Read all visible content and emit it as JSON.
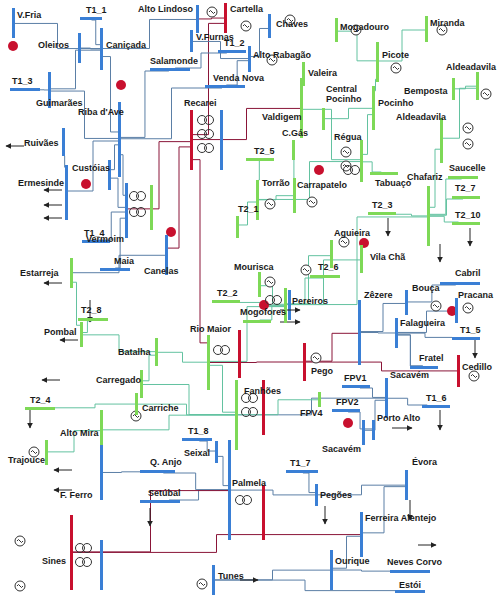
{
  "diagram": {
    "nodes": [
      {
        "text": [
          "V.Fria"
        ]
      },
      {
        "text": [
          "T1_1"
        ]
      },
      {
        "text": [
          "Alto Lindoso"
        ]
      },
      {
        "text": [
          "Cartella"
        ]
      },
      {
        "text": [
          "Chaves"
        ]
      },
      {
        "text": [
          "Oleiros"
        ]
      },
      {
        "text": [
          "Caniçada"
        ]
      },
      {
        "text": [
          "V.Furnas"
        ]
      },
      {
        "text": [
          "T1_2"
        ]
      },
      {
        "text": [
          "Alto Rabagão"
        ]
      },
      {
        "text": [
          "Mogadouro"
        ]
      },
      {
        "text": [
          "Miranda"
        ]
      },
      {
        "text": [
          "Salamonde"
        ]
      },
      {
        "text": [
          "Venda Nova"
        ]
      },
      {
        "text": [
          "Valeira"
        ]
      },
      {
        "text": [
          "Picote"
        ]
      },
      {
        "text": [
          "T1_3"
        ]
      },
      {
        "text": [
          "Guimarães"
        ]
      },
      {
        "text": [
          "Riba d'Ave"
        ]
      },
      {
        "text": [
          "Recarei"
        ]
      },
      {
        "text": [
          "Central Pocinho"
        ]
      },
      {
        "text": [
          "Valdigem"
        ]
      },
      {
        "text": [
          "Pocinho"
        ]
      },
      {
        "text": [
          "Bemposta"
        ]
      },
      {
        "text": [
          "Aldeadavila"
        ]
      },
      {
        "text": [
          "Aldeadavila"
        ]
      },
      {
        "text": [
          "Ruivães"
        ]
      },
      {
        "text": [
          "C.Gás"
        ]
      },
      {
        "text": [
          "Régua"
        ]
      },
      {
        "text": [
          "T2_5"
        ]
      },
      {
        "text": [
          "Custóias"
        ]
      },
      {
        "text": [
          "Ermesinde"
        ]
      },
      {
        "text": [
          "Torrão"
        ]
      },
      {
        "text": [
          "Carrapatelo"
        ]
      },
      {
        "text": [
          "Tabuaço"
        ]
      },
      {
        "text": [
          "Saucelle"
        ]
      },
      {
        "text": [
          "Chafariz"
        ]
      },
      {
        "text": [
          "T2_7"
        ]
      },
      {
        "text": [
          "T2_3"
        ]
      },
      {
        "text": [
          "T2_10"
        ]
      },
      {
        "text": [
          "T2_1"
        ]
      },
      {
        "text": [
          "T1_4"
        ]
      },
      {
        "text": [
          "Vermoim"
        ]
      },
      {
        "text": [
          "Aguieira"
        ]
      },
      {
        "text": [
          "Vila Chã"
        ]
      },
      {
        "text": [
          "Maia"
        ]
      },
      {
        "text": [
          "Canelas"
        ]
      },
      {
        "text": [
          "Estarreja"
        ]
      },
      {
        "text": [
          "Mourisca"
        ]
      },
      {
        "text": [
          "T2_6"
        ]
      },
      {
        "text": [
          "Cabril"
        ]
      },
      {
        "text": [
          "Bouça"
        ]
      },
      {
        "text": [
          "T2_2"
        ]
      },
      {
        "text": [
          "Pereiros"
        ]
      },
      {
        "text": [
          "Zêzere"
        ]
      },
      {
        "text": [
          "Pracana"
        ]
      },
      {
        "text": [
          "Mogofores"
        ]
      },
      {
        "text": [
          "T2_8"
        ]
      },
      {
        "text": [
          "Falagueira"
        ]
      },
      {
        "text": [
          "T1_5"
        ]
      },
      {
        "text": [
          "Rio Maior"
        ]
      },
      {
        "text": [
          "Pombal"
        ]
      },
      {
        "text": [
          "Batalha"
        ]
      },
      {
        "text": [
          "Fratel"
        ]
      },
      {
        "text": [
          "Pego"
        ]
      },
      {
        "text": [
          "Cedillo"
        ]
      },
      {
        "text": [
          "FPV1"
        ]
      },
      {
        "text": [
          "Sacavém"
        ]
      },
      {
        "text": [
          "Carregado"
        ]
      },
      {
        "text": [
          "T2_4"
        ]
      },
      {
        "text": [
          "T1_6"
        ]
      },
      {
        "text": [
          "Fanhões"
        ]
      },
      {
        "text": [
          "FPV2"
        ]
      },
      {
        "text": [
          "FPV4"
        ]
      },
      {
        "text": [
          "Carriche"
        ]
      },
      {
        "text": [
          "Porto Alto"
        ]
      },
      {
        "text": [
          "Alto Mira"
        ]
      },
      {
        "text": [
          "T1_8"
        ]
      },
      {
        "text": [
          "Sacavém"
        ]
      },
      {
        "text": [
          "Seixal"
        ]
      },
      {
        "text": [
          "Trajouce"
        ]
      },
      {
        "text": [
          "Q. Anjo"
        ]
      },
      {
        "text": [
          "T1_7"
        ]
      },
      {
        "text": [
          "Évora"
        ]
      },
      {
        "text": [
          "Palmela"
        ]
      },
      {
        "text": [
          "F. Ferro"
        ]
      },
      {
        "text": [
          "Setúbal"
        ]
      },
      {
        "text": [
          "Pegões"
        ]
      },
      {
        "text": [
          "Ferreira Alentejo"
        ]
      },
      {
        "text": [
          "Sines"
        ]
      },
      {
        "text": [
          "Ourique"
        ]
      },
      {
        "text": [
          "Neves Corvo"
        ]
      },
      {
        "text": [
          "Tunes"
        ]
      },
      {
        "text": [
          "Estói"
        ]
      }
    ],
    "edges": [
      {
        "from": 0,
        "to": 6,
        "arrow": "none"
      },
      {
        "from": 1,
        "to": 6,
        "arrow": "none"
      },
      {
        "from": 5,
        "to": 6,
        "arrow": "none"
      },
      {
        "from": 6,
        "to": 17,
        "arrow": "none"
      },
      {
        "from": 6,
        "to": 18,
        "arrow": "none"
      },
      {
        "from": 2,
        "to": 3,
        "arrow": "none"
      },
      {
        "from": 3,
        "to": 19,
        "arrow": "none"
      },
      {
        "from": 2,
        "to": 6,
        "arrow": "none"
      },
      {
        "from": 4,
        "to": 9,
        "arrow": "none"
      },
      {
        "from": 7,
        "to": 9,
        "arrow": "none"
      },
      {
        "from": 8,
        "to": 12,
        "arrow": "none"
      },
      {
        "from": 12,
        "to": 18,
        "arrow": "none"
      },
      {
        "from": 13,
        "to": 9,
        "arrow": "none"
      },
      {
        "from": 13,
        "to": 18,
        "arrow": "none"
      },
      {
        "from": 16,
        "to": 17,
        "arrow": "none"
      },
      {
        "from": 17,
        "to": 18,
        "arrow": "none"
      },
      {
        "from": 14,
        "to": 21,
        "arrow": "none"
      },
      {
        "from": 15,
        "to": 22,
        "arrow": "none"
      },
      {
        "from": 10,
        "to": 15,
        "arrow": "none"
      },
      {
        "from": 11,
        "to": 15,
        "arrow": "none"
      },
      {
        "from": 23,
        "to": 24,
        "arrow": "none"
      },
      {
        "from": 22,
        "to": 20,
        "arrow": "none"
      },
      {
        "from": 22,
        "to": 28,
        "arrow": "none"
      },
      {
        "from": 21,
        "to": 28,
        "arrow": "none"
      },
      {
        "from": 21,
        "to": 19,
        "arrow": "none"
      },
      {
        "from": 18,
        "to": 30,
        "arrow": "none"
      },
      {
        "from": 18,
        "to": 42,
        "arrow": "none"
      },
      {
        "from": 18,
        "to": 31,
        "arrow": "none"
      },
      {
        "from": 26,
        "to": 31,
        "arrow": "none"
      },
      {
        "from": 30,
        "to": 42,
        "arrow": "none"
      },
      {
        "from": 19,
        "to": 42,
        "arrow": "none"
      },
      {
        "from": 19,
        "to": 46,
        "arrow": "none"
      },
      {
        "from": 19,
        "to": 60,
        "arrow": "none"
      },
      {
        "from": 27,
        "to": 33,
        "arrow": "none"
      },
      {
        "from": 28,
        "to": 34,
        "arrow": "none"
      },
      {
        "from": 28,
        "to": 32,
        "arrow": "none"
      },
      {
        "from": 33,
        "to": 32,
        "arrow": "none"
      },
      {
        "from": 25,
        "to": 36,
        "arrow": "none"
      },
      {
        "from": 35,
        "to": 36,
        "arrow": "none"
      },
      {
        "from": 36,
        "to": 37,
        "arrow": "none"
      },
      {
        "from": 36,
        "to": 39,
        "arrow": "none"
      },
      {
        "from": 36,
        "to": 53,
        "arrow": "none"
      },
      {
        "from": 38,
        "to": 36,
        "arrow": "none"
      },
      {
        "from": 43,
        "to": 53,
        "arrow": "none"
      },
      {
        "from": 44,
        "to": 53,
        "arrow": "none"
      },
      {
        "from": 42,
        "to": 45,
        "arrow": "none"
      },
      {
        "from": 42,
        "to": 41,
        "arrow": "none"
      },
      {
        "from": 46,
        "to": 47,
        "arrow": "none"
      },
      {
        "from": 47,
        "to": 61,
        "arrow": "none"
      },
      {
        "from": 48,
        "to": 53,
        "arrow": "none"
      },
      {
        "from": 49,
        "to": 53,
        "arrow": "none"
      },
      {
        "from": 52,
        "to": 53,
        "arrow": "none"
      },
      {
        "from": 56,
        "to": 53,
        "arrow": "none"
      },
      {
        "from": 53,
        "to": 60,
        "arrow": "none"
      },
      {
        "from": 54,
        "to": 58,
        "arrow": "none"
      },
      {
        "from": 51,
        "to": 54,
        "arrow": "none"
      },
      {
        "from": 50,
        "to": 51,
        "arrow": "none"
      },
      {
        "from": 55,
        "to": 58,
        "arrow": "none"
      },
      {
        "from": 59,
        "to": 58,
        "arrow": "none"
      },
      {
        "from": 63,
        "to": 58,
        "arrow": "none"
      },
      {
        "from": 64,
        "to": 60,
        "arrow": "none"
      },
      {
        "from": 65,
        "to": 64,
        "arrow": "none"
      },
      {
        "from": 60,
        "to": 62,
        "arrow": "none"
      },
      {
        "from": 61,
        "to": 62,
        "arrow": "none"
      },
      {
        "from": 57,
        "to": 61,
        "arrow": "none"
      },
      {
        "from": 62,
        "to": 68,
        "arrow": "none"
      },
      {
        "from": 60,
        "to": 71,
        "arrow": "none"
      },
      {
        "from": 68,
        "to": 71,
        "arrow": "none"
      },
      {
        "from": 69,
        "to": 74,
        "arrow": "none"
      },
      {
        "from": 74,
        "to": 71,
        "arrow": "none"
      },
      {
        "from": 71,
        "to": 76,
        "arrow": "none"
      },
      {
        "from": 71,
        "to": 67,
        "arrow": "none"
      },
      {
        "from": 66,
        "to": 67,
        "arrow": "none"
      },
      {
        "from": 72,
        "to": 75,
        "arrow": "none"
      },
      {
        "from": 73,
        "to": 71,
        "arrow": "none"
      },
      {
        "from": 70,
        "to": 67,
        "arrow": "none"
      },
      {
        "from": 67,
        "to": 78,
        "arrow": "none"
      },
      {
        "from": 76,
        "to": 80,
        "arrow": "none"
      },
      {
        "from": 76,
        "to": 85,
        "arrow": "none"
      },
      {
        "from": 85,
        "to": 81,
        "arrow": "none"
      },
      {
        "from": 81,
        "to": 84,
        "arrow": "none"
      },
      {
        "from": 77,
        "to": 79,
        "arrow": "none"
      },
      {
        "from": 79,
        "to": 84,
        "arrow": "none"
      },
      {
        "from": 84,
        "to": 86,
        "arrow": "none"
      },
      {
        "from": 82,
        "to": 87,
        "arrow": "none"
      },
      {
        "from": 84,
        "to": 87,
        "arrow": "none"
      },
      {
        "from": 84,
        "to": 89,
        "arrow": "none"
      },
      {
        "from": 83,
        "to": 88,
        "arrow": "none"
      },
      {
        "from": 87,
        "to": 83,
        "arrow": "none"
      },
      {
        "from": 88,
        "to": 90,
        "arrow": "none"
      },
      {
        "from": 89,
        "to": 88,
        "arrow": "none"
      },
      {
        "from": 90,
        "to": 91,
        "arrow": "none"
      },
      {
        "from": 90,
        "to": 92,
        "arrow": "none"
      },
      {
        "from": 92,
        "to": 93,
        "arrow": "none"
      },
      {
        "from": 29,
        "to": 32,
        "arrow": "none"
      },
      {
        "from": 40,
        "to": 32,
        "arrow": "none"
      },
      {
        "from": 24,
        "to": 25,
        "arrow": "none"
      },
      {
        "from": 54,
        "to": 64,
        "arrow": "none"
      },
      {
        "from": 58,
        "to": 63,
        "arrow": "none"
      }
    ]
  }
}
